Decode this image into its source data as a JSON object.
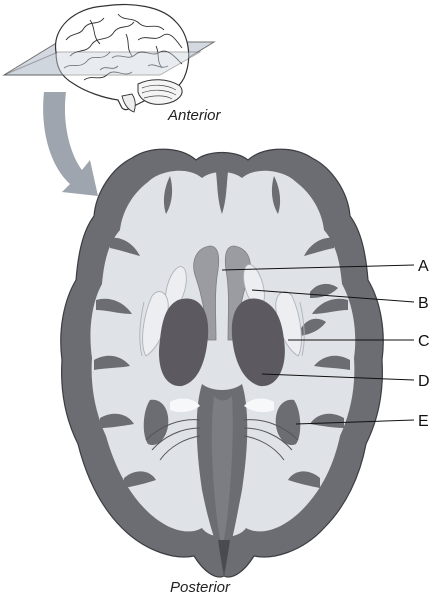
{
  "orientation": {
    "anterior": "Anterior",
    "posterior": "Posterior"
  },
  "labels": {
    "a": "A",
    "b": "B",
    "c": "C",
    "d": "D",
    "e": "E"
  },
  "colors": {
    "cortex": "#6b6d73",
    "white_matter": "#dfe3e8",
    "dark_nuclei": "#5c5a60",
    "ventricle": "#9a9ca2",
    "plane": "#cdd3dc",
    "arrow": "#9ea5ae"
  }
}
